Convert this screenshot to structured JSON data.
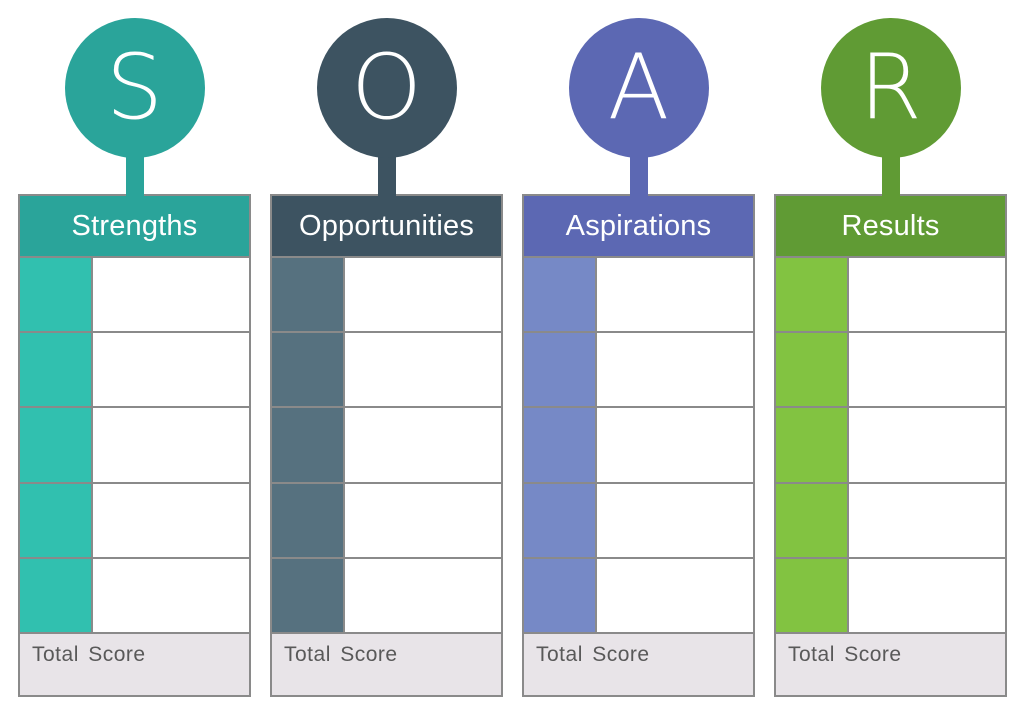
{
  "theme": {
    "background": "#FFFFFF",
    "border": "#8A8A8A",
    "footer_bg": "#E8E4E8",
    "footer_text": "#595959",
    "header_text": "#FFFFFF"
  },
  "columns": [
    {
      "letter": "S",
      "title": "Strengths",
      "footer_label": "Total Score",
      "row_count": 5,
      "colors": {
        "primary": "#2AA49A",
        "light": "#31C0AF"
      }
    },
    {
      "letter": "O",
      "title": "Opportunities",
      "footer_label": "Total Score",
      "row_count": 5,
      "colors": {
        "primary": "#3D5361",
        "light": "#56717F"
      }
    },
    {
      "letter": "A",
      "title": "Aspirations",
      "footer_label": "Total Score",
      "row_count": 5,
      "colors": {
        "primary": "#5C68B3",
        "light": "#7689C6"
      }
    },
    {
      "letter": "R",
      "title": "Results",
      "footer_label": "Total Score",
      "row_count": 5,
      "colors": {
        "primary": "#609B34",
        "light": "#82C341"
      }
    }
  ]
}
